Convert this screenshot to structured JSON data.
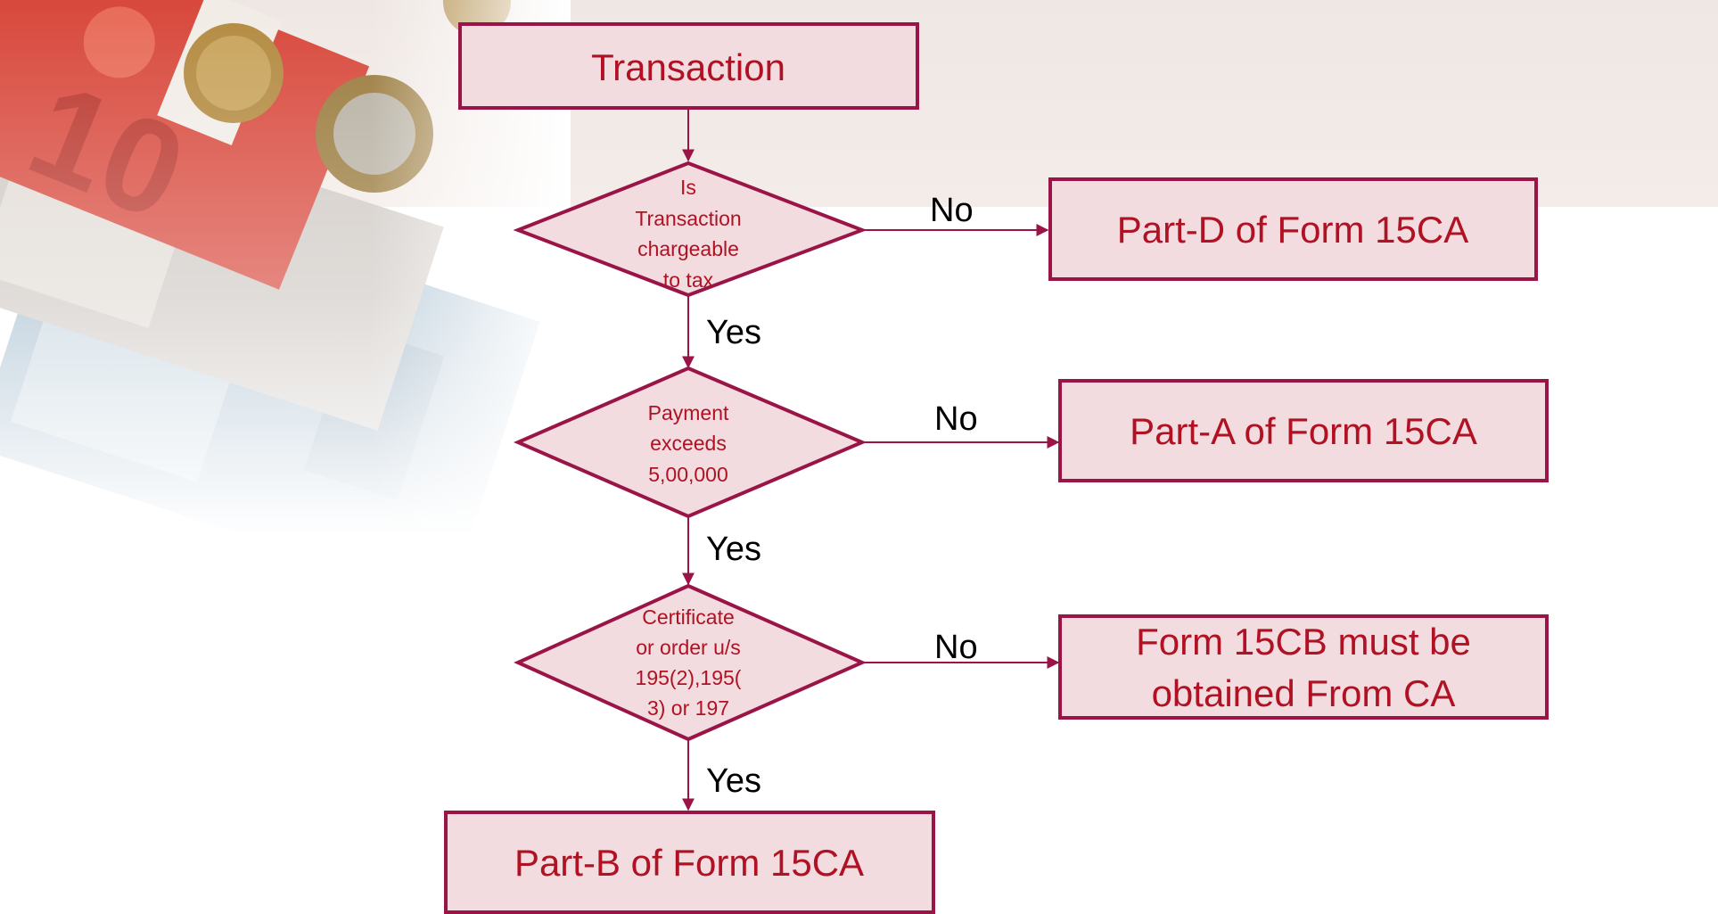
{
  "colors": {
    "box_fill": "#f2dcdf",
    "box_stroke": "#9b1447",
    "node_text": "#b01224",
    "edge_text": "#000000",
    "band": "#efe7e3"
  },
  "nodes": {
    "transaction": {
      "lines": [
        "Transaction"
      ]
    },
    "q_chargeable": {
      "lines": [
        "Is",
        "Transaction",
        "chargeable",
        "to tax"
      ]
    },
    "q_payment": {
      "lines": [
        "Payment",
        "exceeds",
        "5,00,000"
      ]
    },
    "q_certificate": {
      "lines": [
        "Certificate",
        "or order u/s",
        "195(2),195(",
        "3) or 197"
      ]
    },
    "part_d": {
      "lines": [
        "Part-D of Form 15CA"
      ]
    },
    "part_a": {
      "lines": [
        "Part-A of Form 15CA"
      ]
    },
    "form_15cb": {
      "lines": [
        "Form 15CB must be",
        "obtained From CA"
      ]
    },
    "part_b": {
      "lines": [
        "Part-B of Form 15CA"
      ]
    }
  },
  "edges": {
    "yes_1": "Yes",
    "yes_2": "Yes",
    "yes_3": "Yes",
    "no_1": "No",
    "no_2": "No",
    "no_3": "No"
  }
}
